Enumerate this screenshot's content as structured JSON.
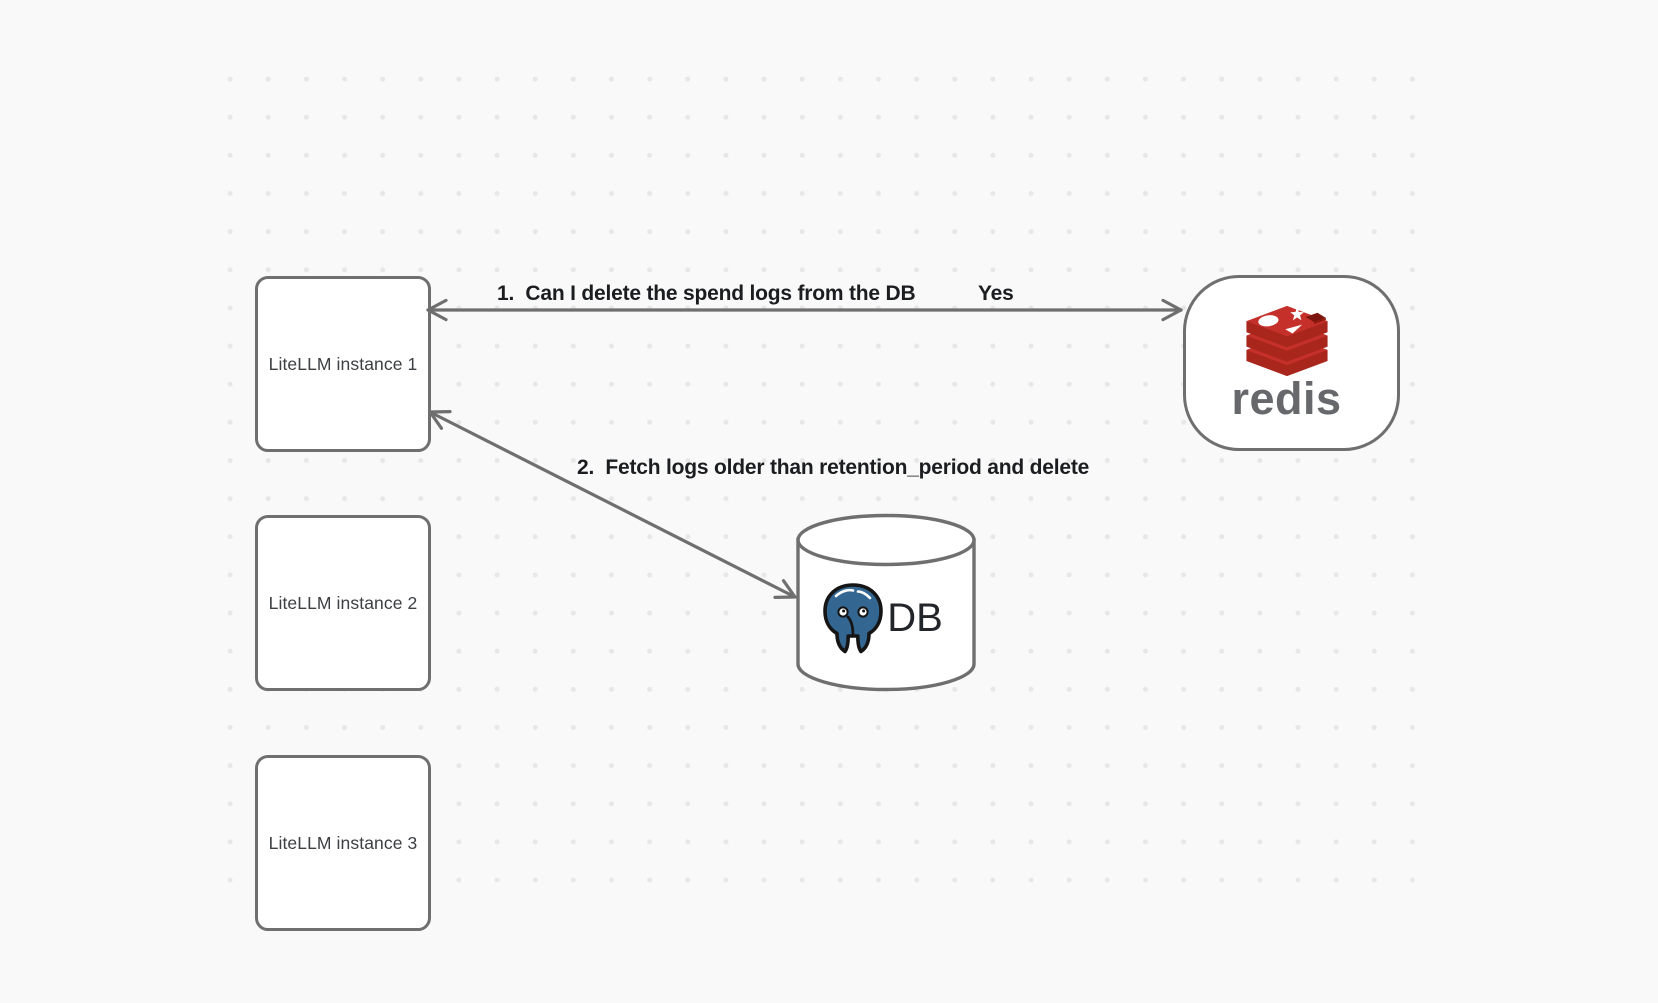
{
  "canvas": {
    "background_color": "#f9f9f9",
    "dot_color": "#e7e7e7"
  },
  "instances": [
    {
      "label": "LiteLLM instance 1"
    },
    {
      "label": "LiteLLM instance 2"
    },
    {
      "label": "LiteLLM instance 3"
    }
  ],
  "redis_node": {
    "wordmark": "redis",
    "icon": "redis-stack-icon"
  },
  "db_node": {
    "label": "DB",
    "icon": "postgresql-elephant-icon"
  },
  "annotations": {
    "step1": "1.  Can I delete the spend logs from the DB",
    "step1_answer": "Yes",
    "step2": "2.  Fetch logs older than retention_period and delete"
  },
  "colors": {
    "stroke_gray": "#6f6f6f",
    "annotation_text": "#1b1d20",
    "node_text": "#3c4043",
    "redis_red_top": "#c6302b",
    "redis_red_front": "#a8261c",
    "redis_cube_dark": "#7c150d",
    "redis_wordmark_gray": "#66686b",
    "postgres_blue": "#336791",
    "db_text": "#22262a"
  }
}
